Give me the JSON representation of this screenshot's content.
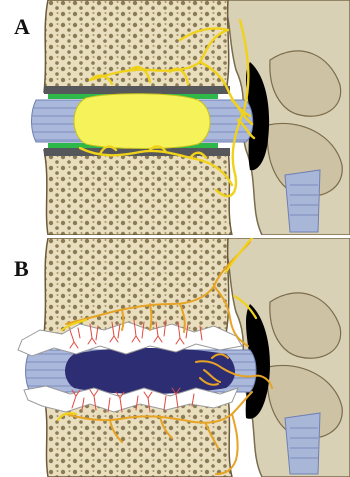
{
  "figure": {
    "panels": [
      {
        "label": "A",
        "state": "healthy"
      },
      {
        "label": "B",
        "state": "degenerated"
      }
    ]
  },
  "colors": {
    "background": "#ffffff",
    "bone": "#e9dfbf",
    "bone_pores": "#8a7a55",
    "bone_outline": "#6b5b3a",
    "endplate_dark": "#55575a",
    "endplate_green": "#2fb84a",
    "nucleus_yellow": "#f6f25a",
    "annulus_blue": "#aab8dc",
    "annulus_lines": "#6f7fb3",
    "nerve_yellow": "#f1d21a",
    "nerve_orange": "#e7a324",
    "vessel_red": "#e0483f",
    "nucleus_degenerated": "#2d2d73",
    "endplate_fractured": "#ffffff",
    "facet_joint": "#d2c9ac",
    "joint_space": "#000000"
  }
}
